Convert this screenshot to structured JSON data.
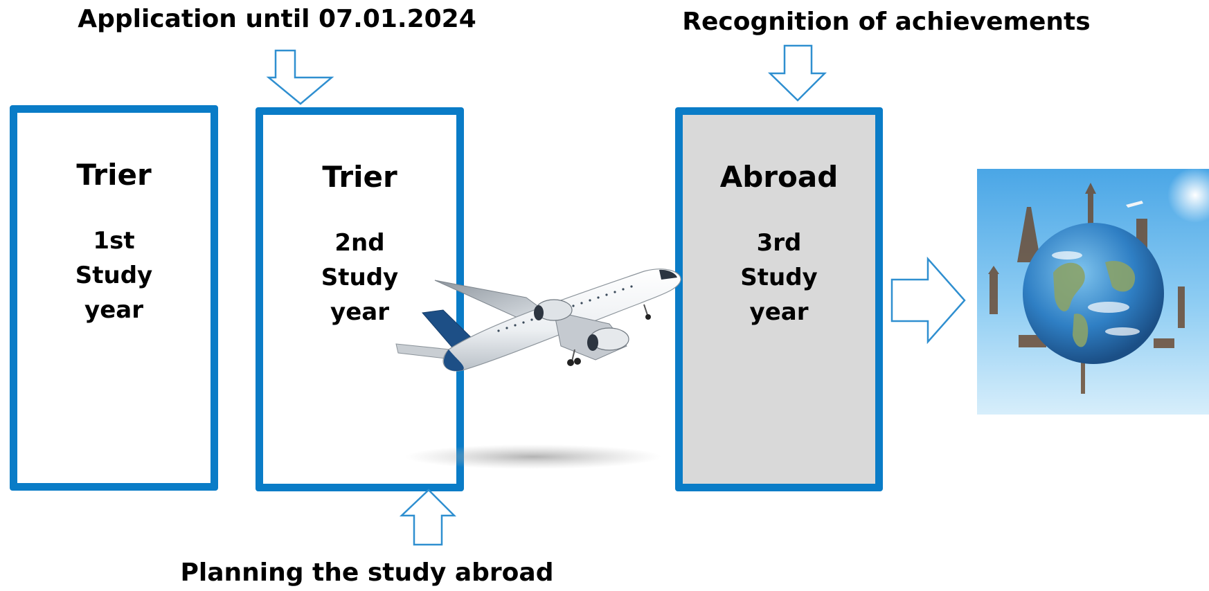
{
  "captions": {
    "application": "Application until 07.01.2024",
    "recognition": "Recognition of achievements",
    "planning": "Planning the study abroad"
  },
  "boxes": [
    {
      "title": "Trier",
      "line1": "1st",
      "line2": "Study",
      "line3": "year"
    },
    {
      "title": "Trier",
      "line1": "2nd",
      "line2": "Study",
      "line3": "year"
    },
    {
      "title": "Abroad",
      "line1": "3rd",
      "line2": "Study",
      "line3": "year"
    }
  ],
  "colors": {
    "box_border": "#0a7cc7",
    "arrow_stroke": "#2f8fd0",
    "abroad_fill": "#d9d9d9"
  },
  "icons": {
    "airplane": "airplane-icon",
    "world_landmarks": "globe-landmarks-image"
  }
}
